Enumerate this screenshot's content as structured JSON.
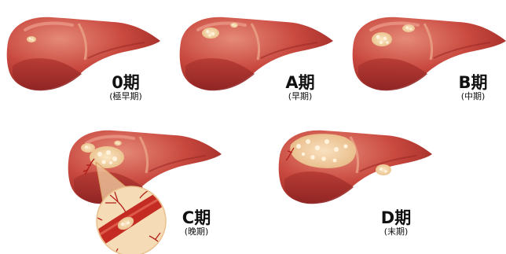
{
  "stages": [
    {
      "title": "0期",
      "subtitle": "(極早期)"
    },
    {
      "title": "A期",
      "subtitle": "(早期)"
    },
    {
      "title": "B期",
      "subtitle": "(中期)"
    },
    {
      "title": "C期",
      "subtitle": "(晚期)"
    },
    {
      "title": "D期",
      "subtitle": "(末期)"
    }
  ],
  "colors": {
    "liver_fill": "#c9493f",
    "liver_dark": "#a82f2b",
    "liver_highlight": "#e07a6a",
    "tumor": "#f3d3a3",
    "vessel": "#c42b22",
    "inset_bg": "#f6dcb6"
  }
}
